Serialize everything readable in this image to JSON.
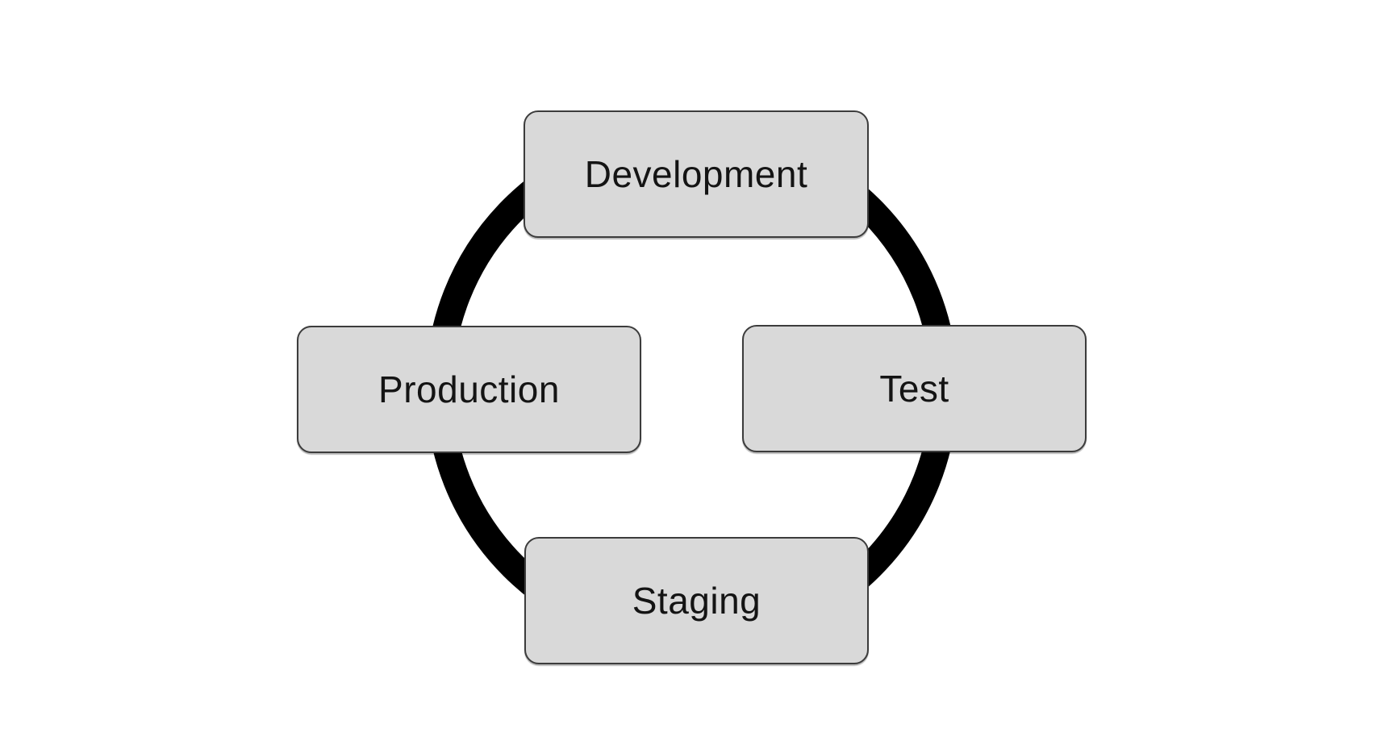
{
  "diagram": {
    "type": "cycle",
    "nodes": [
      {
        "id": "development",
        "label": "Development",
        "position": "top"
      },
      {
        "id": "test",
        "label": "Test",
        "position": "right"
      },
      {
        "id": "staging",
        "label": "Staging",
        "position": "bottom"
      },
      {
        "id": "production",
        "label": "Production",
        "position": "left"
      }
    ],
    "cycle_order": [
      "Development",
      "Test",
      "Staging",
      "Production"
    ],
    "colors": {
      "background": "#ffffff",
      "node_fill": "#d9d9d9",
      "node_border": "#3c3c3c",
      "ring": "#000000",
      "text": "#141414"
    }
  }
}
